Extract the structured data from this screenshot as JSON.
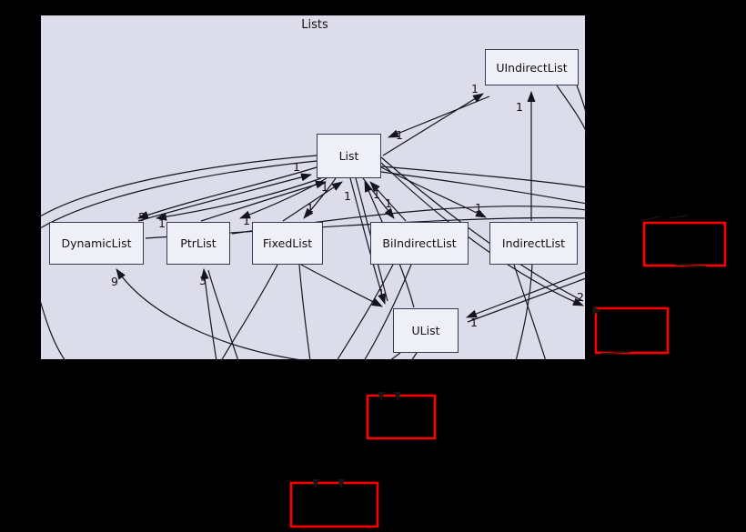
{
  "diagram": {
    "title": "Lists",
    "nodes": [
      {
        "id": "List",
        "label": "List"
      },
      {
        "id": "UIndirectList",
        "label": "UIndirectList"
      },
      {
        "id": "DynamicList",
        "label": "DynamicList"
      },
      {
        "id": "PtrList",
        "label": "PtrList"
      },
      {
        "id": "FixedList",
        "label": "FixedList"
      },
      {
        "id": "BiIndirectList",
        "label": "BiIndirectList"
      },
      {
        "id": "IndirectList",
        "label": "IndirectList"
      },
      {
        "id": "UList",
        "label": "UList"
      }
    ],
    "external_nodes": [
      {
        "label": ""
      },
      {
        "label": ""
      },
      {
        "label": ""
      },
      {
        "label": ""
      }
    ],
    "edge_labels": [
      {
        "text": "1"
      },
      {
        "text": "1"
      },
      {
        "text": "1"
      },
      {
        "text": "5"
      },
      {
        "text": "1"
      },
      {
        "text": "1"
      },
      {
        "text": "1"
      },
      {
        "text": "1"
      },
      {
        "text": "1"
      },
      {
        "text": "1"
      },
      {
        "text": "1"
      },
      {
        "text": "1"
      },
      {
        "text": "1"
      },
      {
        "text": "9"
      },
      {
        "text": "3"
      },
      {
        "text": "1"
      },
      {
        "text": "1"
      },
      {
        "text": "2"
      }
    ]
  },
  "colors": {
    "background": "#000000",
    "cluster_fill": "#dcdcea",
    "node_fill": "#efeff8",
    "node_border": "#3a3a48",
    "edge_color": "#141420",
    "external_border": "#ff0000",
    "text": "#111111"
  }
}
